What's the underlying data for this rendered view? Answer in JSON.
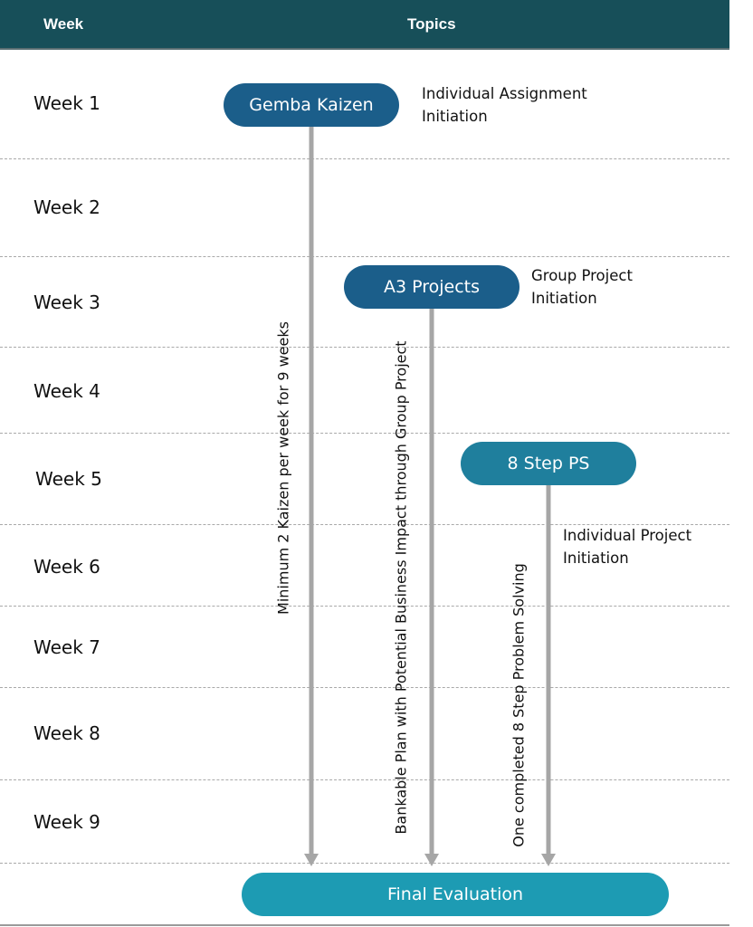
{
  "header": {
    "week": "Week",
    "topics": "Topics"
  },
  "weeks": [
    "Week 1",
    "Week 2",
    "Week 3",
    "Week 4",
    "Week 5",
    "Week 6",
    "Week 7",
    "Week 8",
    "Week 9"
  ],
  "modules": {
    "gemba": "Gemba Kaizen",
    "a3": "A3 Projects",
    "eight_step": "8 Step PS",
    "final": "Final Evaluation"
  },
  "notes": {
    "individual_assignment": [
      "Individual Assignment",
      "Initiation"
    ],
    "group_project": [
      "Group Project",
      "Initiation"
    ],
    "individual_project": [
      "Individual Project",
      "Initiation"
    ]
  },
  "track_labels": {
    "kaizen": "Minimum 2 Kaizen per week for 9 weeks",
    "bankable": "Bankable Plan with Potential Business Impact through Group Project",
    "problem_solving": "One completed 8 Step Problem Solving"
  },
  "colors": {
    "header": "#174f59",
    "pill_dark": "#1b5e8a",
    "pill_teal": "#1f7f9d",
    "pill_final": "#1d9bb3",
    "arrow": "#a6a6a6"
  }
}
